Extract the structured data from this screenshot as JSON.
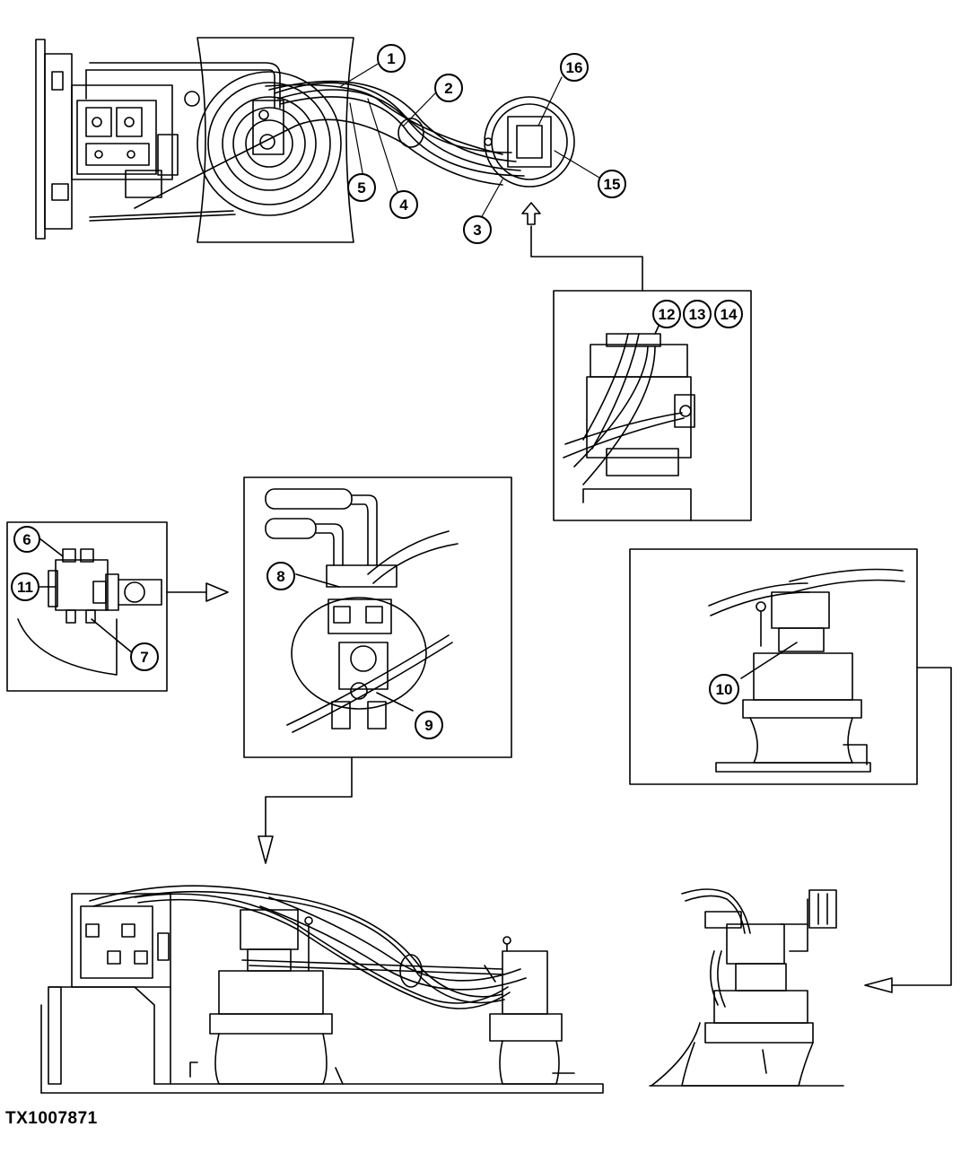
{
  "figure_id": "TX1007871",
  "callouts": {
    "c1": "1",
    "c2": "2",
    "c3": "3",
    "c4": "4",
    "c5": "5",
    "c6": "6",
    "c7": "7",
    "c8": "8",
    "c9": "9",
    "c10": "10",
    "c11": "11",
    "c12": "12",
    "c13": "13",
    "c14": "14",
    "c15": "15",
    "c16": "16"
  }
}
